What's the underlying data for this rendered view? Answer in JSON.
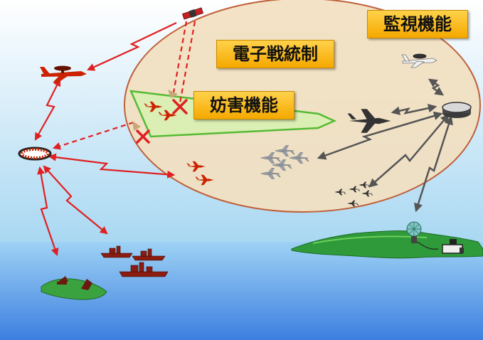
{
  "labels": {
    "ew_control": "電子戦統制",
    "jamming": "妨害機能",
    "surveillance": "監視機能"
  },
  "colors": {
    "sky_top": "#ffffff",
    "sky_bottom": "#a9d8f2",
    "sea_top": "#9ed2f5",
    "sea_bottom": "#3d7fe0",
    "zone_fill": "#f2dfc0",
    "zone_stroke": "#c0603a",
    "jamming_fill": "#d8f0b0",
    "jamming_stroke": "#55bb33",
    "hostile_link": "#e02020",
    "friendly_link": "#555555",
    "hostile_unit": "#cc2200",
    "label_fill": "#f5b400"
  },
  "icons": [
    "satellite-icon",
    "enemy-awacs-icon",
    "enemy-radar-icon",
    "enemy-fighter-icon",
    "enemy-warship-icon",
    "enemy-island-icon",
    "friendly-awacs-icon",
    "command-center-icon",
    "friendly-fighter-icon",
    "friendly-ground-radar-icon",
    "jamming-x-icon"
  ]
}
